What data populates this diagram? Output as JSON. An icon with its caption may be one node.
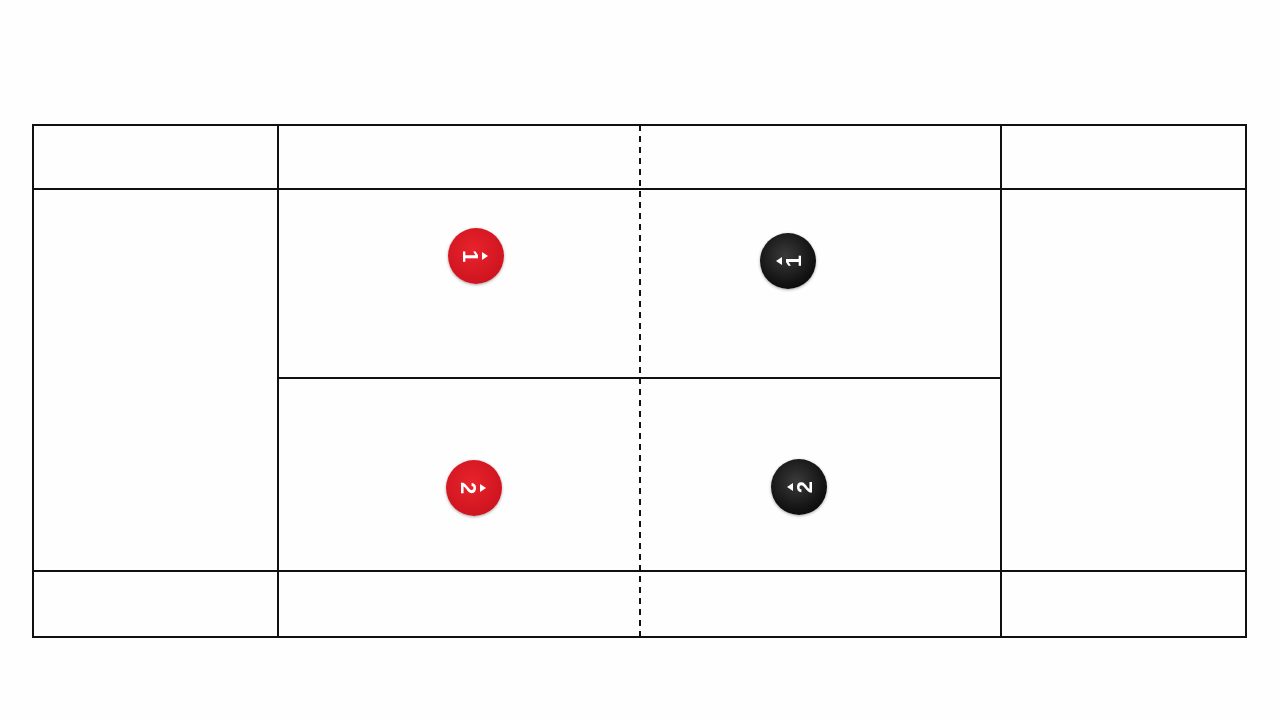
{
  "diagram": {
    "nodes": [
      {
        "text": [
          "1"
        ]
      },
      {
        "text": [
          "1"
        ]
      },
      {
        "text": [
          "2"
        ]
      },
      {
        "text": [
          "2"
        ]
      }
    ]
  }
}
